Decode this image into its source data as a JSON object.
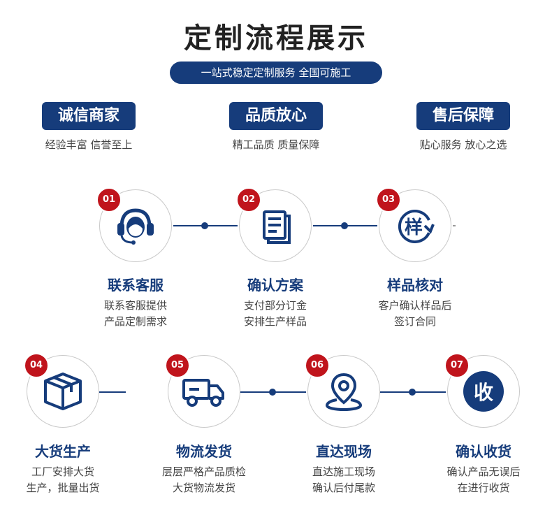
{
  "header": {
    "title": "定制流程展示",
    "subtitle": "一站式稳定定制服务 全国可施工"
  },
  "features": [
    {
      "badge": "诚信商家",
      "desc": "经验丰富 信誉至上"
    },
    {
      "badge": "品质放心",
      "desc": "精工品质 质量保障"
    },
    {
      "badge": "售后保障",
      "desc": "贴心服务 放心之选"
    }
  ],
  "steps": [
    {
      "num": "01",
      "icon": "headset-icon",
      "title": "联系客服",
      "desc1": "联系客服提供",
      "desc2": "产品定制需求"
    },
    {
      "num": "02",
      "icon": "document-icon",
      "title": "确认方案",
      "desc1": "支付部分订金",
      "desc2": "安排生产样品"
    },
    {
      "num": "03",
      "icon": "sample-icon",
      "glyph": "样",
      "title": "样品核对",
      "desc1": "客户确认样品后",
      "desc2": "签订合同"
    },
    {
      "num": "04",
      "icon": "box-icon",
      "title": "大货生产",
      "desc1": "工厂安排大货",
      "desc2": "生产，批量出货"
    },
    {
      "num": "05",
      "icon": "truck-icon",
      "title": "物流发货",
      "desc1": "层层严格产品质检",
      "desc2": "大货物流发货"
    },
    {
      "num": "06",
      "icon": "location-pin-icon",
      "title": "直达现场",
      "desc1": "直达施工现场",
      "desc2": "确认后付尾款"
    },
    {
      "num": "07",
      "icon": "receive-icon",
      "glyph": "收",
      "title": "确认收货",
      "desc1": "确认产品无误后",
      "desc2": "在进行收货"
    }
  ],
  "colors": {
    "primary": "#163c7b",
    "accent": "#c0141c"
  }
}
